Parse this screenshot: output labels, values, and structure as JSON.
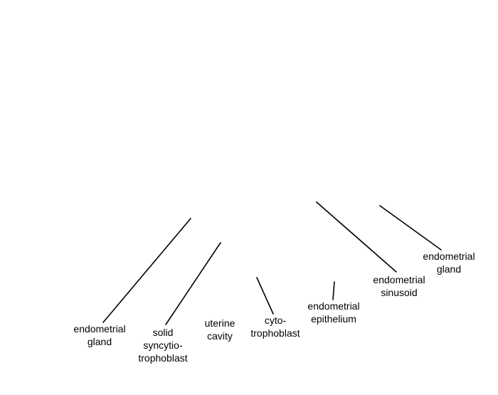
{
  "colors": {
    "background": "#ffffff",
    "ink": "#000000"
  },
  "labels": [
    {
      "id": "endometrial-gland-left",
      "lines": [
        "endometrial",
        "gland"
      ]
    },
    {
      "id": "solid-syncytiotrophoblast",
      "lines": [
        "solid",
        "syncytio-",
        "trophoblast"
      ]
    },
    {
      "id": "uterine-cavity",
      "lines": [
        "uterine",
        "cavity"
      ]
    },
    {
      "id": "cytotrophoblast",
      "lines": [
        "cyto-",
        "trophoblast"
      ]
    },
    {
      "id": "endometrial-epithelium",
      "lines": [
        "endometrial",
        "epithelium"
      ]
    },
    {
      "id": "endometrial-sinusoid",
      "lines": [
        "endometrial",
        "sinusoid"
      ]
    },
    {
      "id": "endometrial-gland-right",
      "lines": [
        "endometrial",
        "gland"
      ]
    }
  ]
}
